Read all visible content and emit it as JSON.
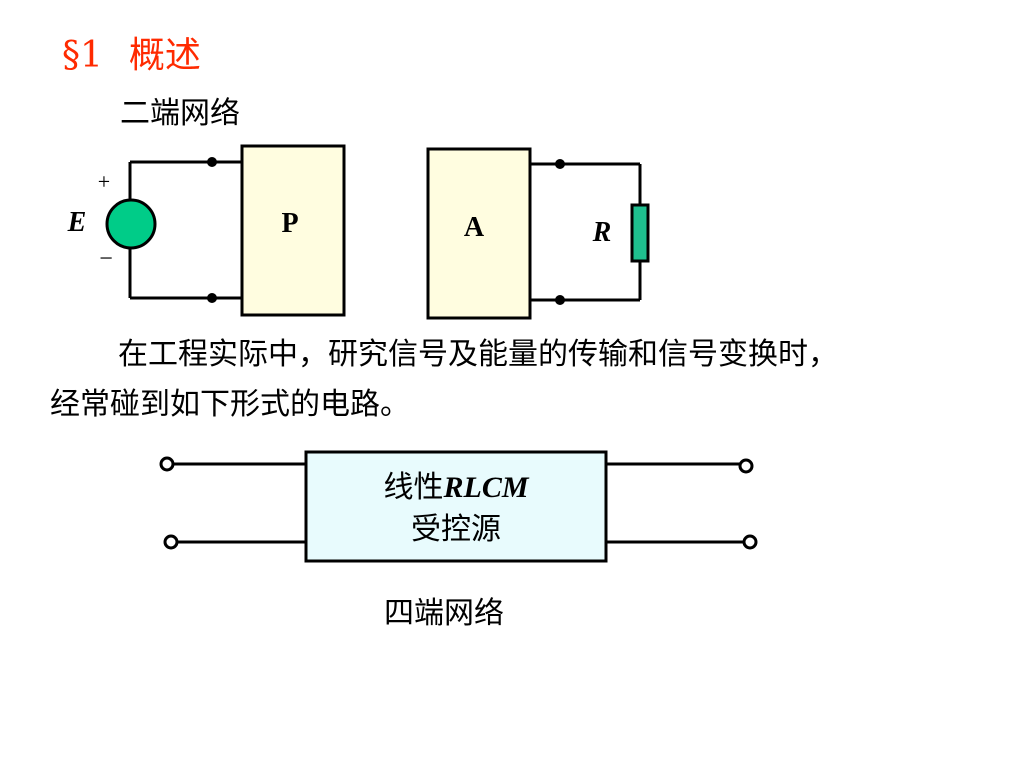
{
  "slide": {
    "title_section": "§1",
    "title_text": "概述",
    "subtitle": "二端网络",
    "paragraph_line1": "在工程实际中，研究信号及能量的传输和信号变换时，",
    "paragraph_line2": "经常碰到如下形式的电路。",
    "caption_four_terminal": "四端网络"
  },
  "two_port_diagram": {
    "source_label": "E",
    "plus_sign": "+",
    "minus_sign": "−",
    "box_p_label": "P",
    "box_a_label": "A",
    "resistor_label": "R"
  },
  "four_terminal_box": {
    "line1_prefix": "线性",
    "line1_italic": "RLCM",
    "line2": "受控源"
  },
  "colors": {
    "title": "#ff2a00",
    "source_fill": "#00cc88",
    "resistor_fill": "#1fbf8f",
    "box_fill": "#fffde0",
    "four_terminal_fill": "#e8fbfd"
  }
}
